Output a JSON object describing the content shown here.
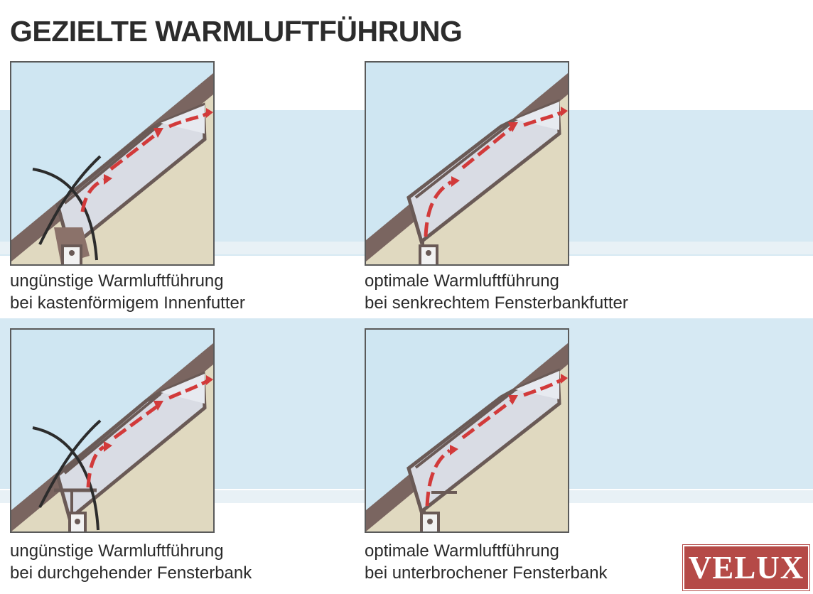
{
  "title": "GEZIELTE WARMLUFTFÜHRUNG",
  "panels": [
    {
      "id": "tl",
      "caption_line1": "ungünstige Warmluftführung",
      "caption_line2": "bei kastenförmigem Innenfutter",
      "rating": "ungünstig"
    },
    {
      "id": "tr",
      "caption_line1": "optimale Warmluftführung",
      "caption_line2": "bei senkrechtem Fensterbankfutter",
      "rating": "optimal"
    },
    {
      "id": "bl",
      "caption_line1": "ungünstige Warmluftführung",
      "caption_line2": "bei durchgehender Fensterbank",
      "rating": "ungünstig"
    },
    {
      "id": "br",
      "caption_line1": "optimale Warmluftführung",
      "caption_line2": "bei unterbrochener Fensterbank",
      "rating": "optimal"
    }
  ],
  "logo": {
    "text": "VELUX"
  },
  "colors": {
    "sky": "#cfe6f2",
    "band": "#d7e9f3",
    "roof": "#7a6560",
    "wall": "#e0d9c0",
    "window": "#d8dde6",
    "airflow": "#d23a3a",
    "blocked": "#2c2c2c",
    "logo": "#b54a47"
  }
}
